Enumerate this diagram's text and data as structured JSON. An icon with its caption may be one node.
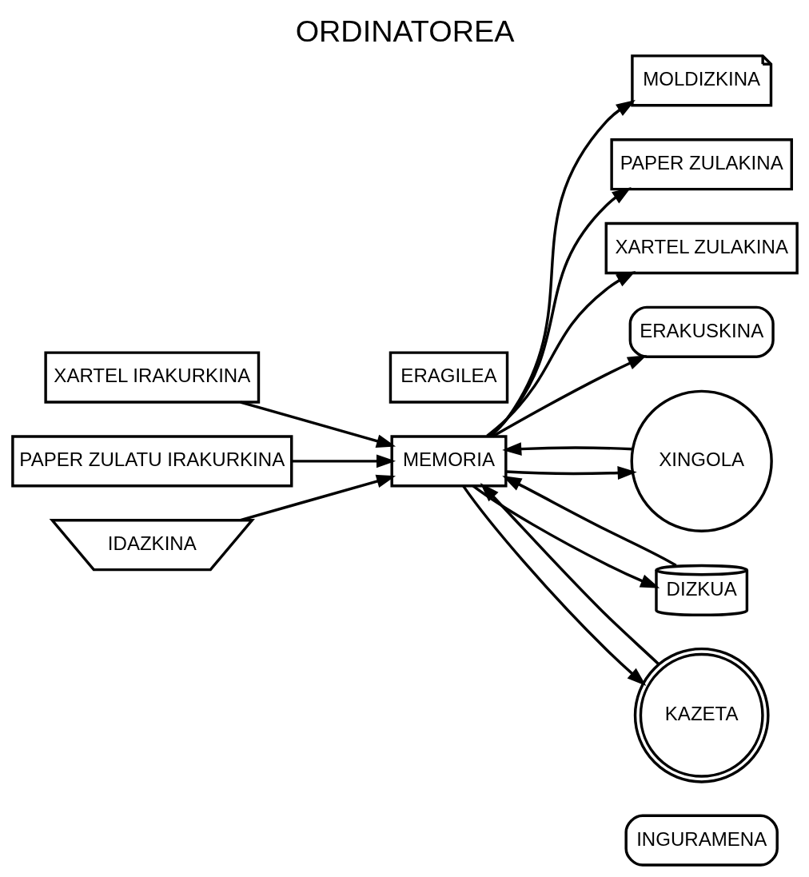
{
  "diagram": {
    "title": "ORDINATOREA",
    "nodes": [
      {
        "text": [
          "ERAGILEA"
        ]
      },
      {
        "text": [
          "MEMORIA"
        ]
      },
      {
        "text": [
          "XARTEL IRAKURKINA"
        ]
      },
      {
        "text": [
          "PAPER ZULATU IRAKURKINA"
        ]
      },
      {
        "text": [
          "IDAZKINA"
        ]
      },
      {
        "text": [
          "MOLDIZKINA"
        ]
      },
      {
        "text": [
          "PAPER ZULAKINA"
        ]
      },
      {
        "text": [
          "XARTEL ZULAKINA"
        ]
      },
      {
        "text": [
          "ERAKUSKINA"
        ]
      },
      {
        "text": [
          "XINGOLA"
        ]
      },
      {
        "text": [
          "DIZKUA"
        ]
      },
      {
        "text": [
          "KAZETA"
        ]
      },
      {
        "text": [
          "INGURAMENA"
        ]
      }
    ],
    "edges": [
      {
        "from": 2,
        "to": 1,
        "arrow": "to"
      },
      {
        "from": 3,
        "to": 1,
        "arrow": "to"
      },
      {
        "from": 4,
        "to": 1,
        "arrow": "to"
      },
      {
        "from": 1,
        "to": 5,
        "arrow": "to"
      },
      {
        "from": 1,
        "to": 6,
        "arrow": "to"
      },
      {
        "from": 1,
        "to": 7,
        "arrow": "to"
      },
      {
        "from": 1,
        "to": 8,
        "arrow": "to"
      },
      {
        "from": 1,
        "to": 9,
        "arrow": "to"
      },
      {
        "from": 9,
        "to": 1,
        "arrow": "to"
      },
      {
        "from": 1,
        "to": 10,
        "arrow": "to"
      },
      {
        "from": 10,
        "to": 1,
        "arrow": "to"
      },
      {
        "from": 1,
        "to": 11,
        "arrow": "to"
      },
      {
        "from": 11,
        "to": 1,
        "arrow": "to"
      }
    ]
  }
}
